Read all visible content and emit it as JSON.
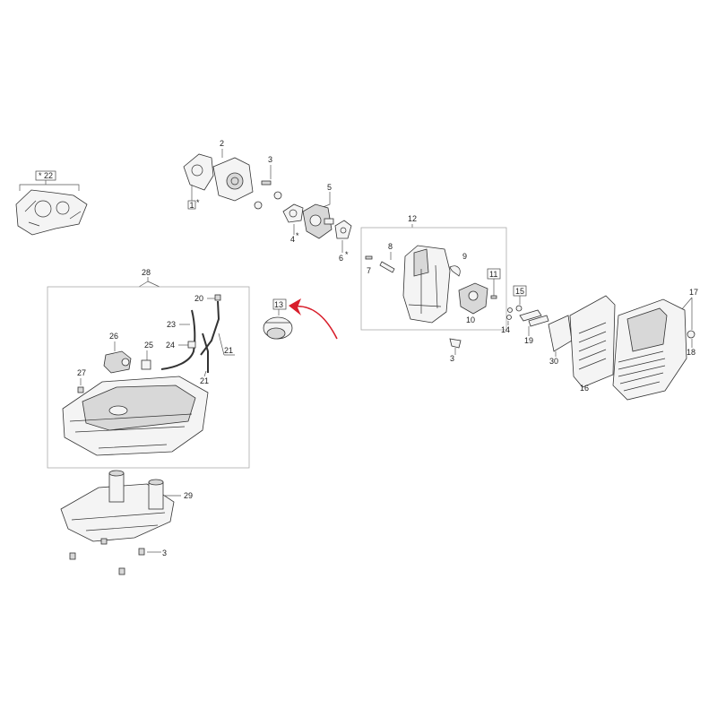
{
  "labels": {
    "l1": "1",
    "l1s": "*",
    "l2": "2",
    "l3a": "3",
    "l3b": "3",
    "l3c": "3",
    "l4": "4",
    "l4s": "*",
    "l5": "5",
    "l6": "6",
    "l6s": "*",
    "l7": "7",
    "l8": "8",
    "l9": "9",
    "l10": "10",
    "l11": "11",
    "l12": "12",
    "l13": "13",
    "l14": "14",
    "l15": "15",
    "l16": "16",
    "l17": "17",
    "l18": "18",
    "l19": "19",
    "l20": "20",
    "l21a": "21",
    "l21b": "21",
    "l22": "22",
    "l22s": "*",
    "l23": "23",
    "l24": "24",
    "l25": "25",
    "l26": "26",
    "l27": "27",
    "l28": "28",
    "l29": "29",
    "l30": "30"
  },
  "colors": {
    "arrow": "#d81e2b",
    "line": "#555555"
  }
}
